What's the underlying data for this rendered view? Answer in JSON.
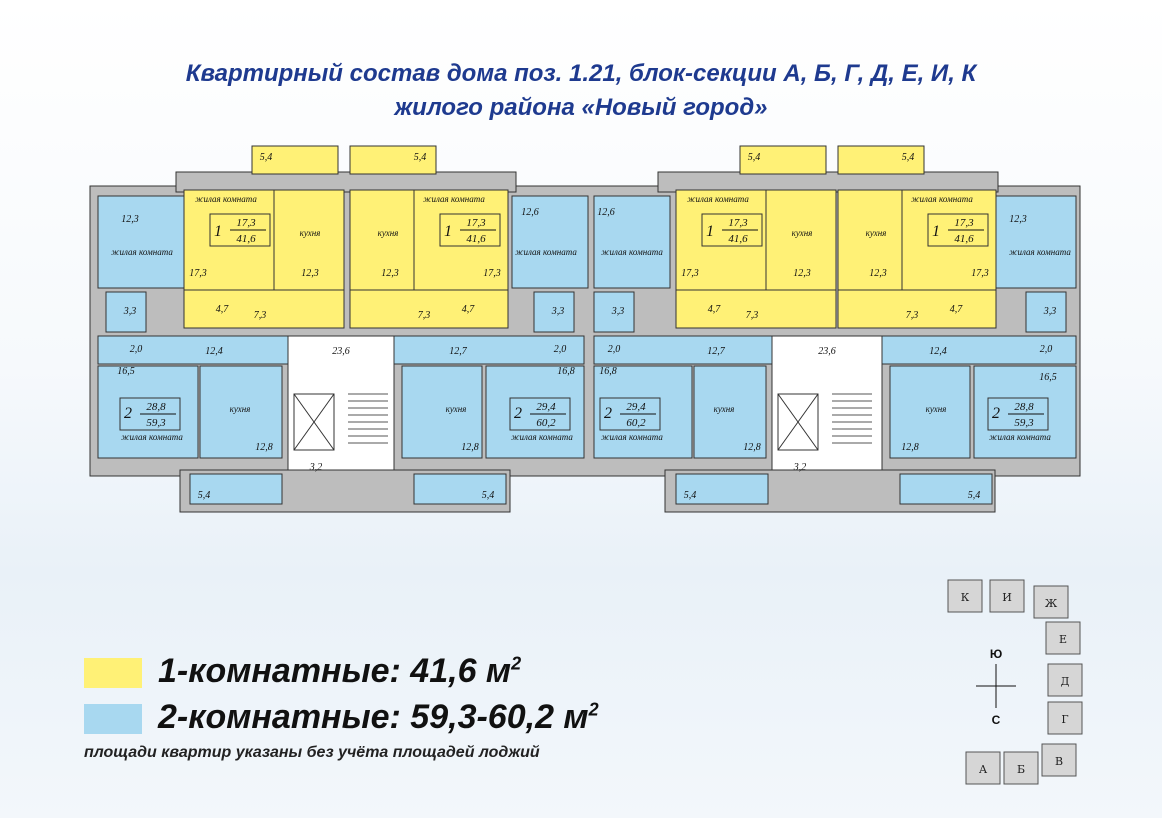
{
  "title": {
    "line1": "Квартирный состав дома поз. 1.21, блок-секции А, Б, Г, Д, Е, И, К",
    "line2": "жилого района «Новый город»"
  },
  "colors": {
    "one_room": "#fff176",
    "two_room": "#a8d8f0",
    "wall": "#bdbdbd",
    "title": "#1e3a8f"
  },
  "plan": {
    "labels": {
      "living_room": "жилая комната",
      "kitchen": "кухня"
    },
    "one_room_apartments": [
      {
        "rooms": "1",
        "living": "17,3",
        "total": "41,6"
      },
      {
        "rooms": "1",
        "living": "17,3",
        "total": "41,6"
      },
      {
        "rooms": "1",
        "living": "17,3",
        "total": "41,6"
      },
      {
        "rooms": "1",
        "living": "17,3",
        "total": "41,6"
      }
    ],
    "two_room_apartments": [
      {
        "rooms": "2",
        "living": "28,8",
        "total": "59,3"
      },
      {
        "rooms": "2",
        "living": "29,4",
        "total": "60,2"
      },
      {
        "rooms": "2",
        "living": "29,4",
        "total": "60,2"
      },
      {
        "rooms": "2",
        "living": "28,8",
        "total": "59,3"
      }
    ],
    "areas": {
      "loggia_top": "5,4",
      "loggia_bottom": "5,4",
      "room_12_3": "12,3",
      "room_12_6": "12,6",
      "room_17_3": "17,3",
      "room_4_7": "4,7",
      "room_7_3": "7,3",
      "room_3_3": "3,3",
      "room_2_0": "2,0",
      "room_12_4": "12,4",
      "room_12_7": "12,7",
      "room_16_5": "16,5",
      "room_16_8": "16,8",
      "room_12_8": "12,8",
      "hall_23_6": "23,6",
      "elevator_3_2": "3,2"
    }
  },
  "legend": {
    "one_room_label": "1-комнатные: 41,6  м",
    "two_room_label": "2-комнатные: 59,3-60,2 м",
    "sup": "2",
    "note": "площади квартир указаны без учёта площадей лоджий"
  },
  "keymap": {
    "sections": [
      "К",
      "И",
      "Ж",
      "Е",
      "Д",
      "Г",
      "В",
      "А",
      "Б"
    ],
    "compass_n": "Ю",
    "compass_s": "С"
  }
}
